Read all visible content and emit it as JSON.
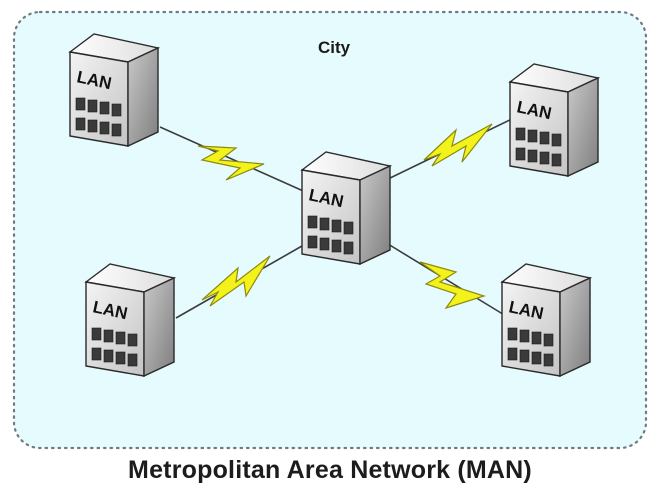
{
  "diagram": {
    "region_label": "City",
    "node_label": "LAN",
    "caption": "Metropolitan Area Network (MAN)",
    "nodes": [
      {
        "id": "top-left"
      },
      {
        "id": "center"
      },
      {
        "id": "top-right"
      },
      {
        "id": "bottom-left"
      },
      {
        "id": "bottom-right"
      }
    ],
    "links": [
      {
        "from": "top-left",
        "to": "center"
      },
      {
        "from": "center",
        "to": "top-right"
      },
      {
        "from": "center",
        "to": "bottom-left"
      },
      {
        "from": "center",
        "to": "bottom-right"
      }
    ]
  },
  "colors": {
    "region_fill": "#e6fbfd",
    "region_border": "#6f7a82",
    "link_line": "#3c3c3c",
    "bolt_fill": "#f3f21a",
    "bolt_stroke": "#8c8a10",
    "building_front": "#d6d6d6",
    "building_side": "#9c9c9c",
    "building_top": "#f2f2f2",
    "building_outline": "#2a2a2a"
  }
}
